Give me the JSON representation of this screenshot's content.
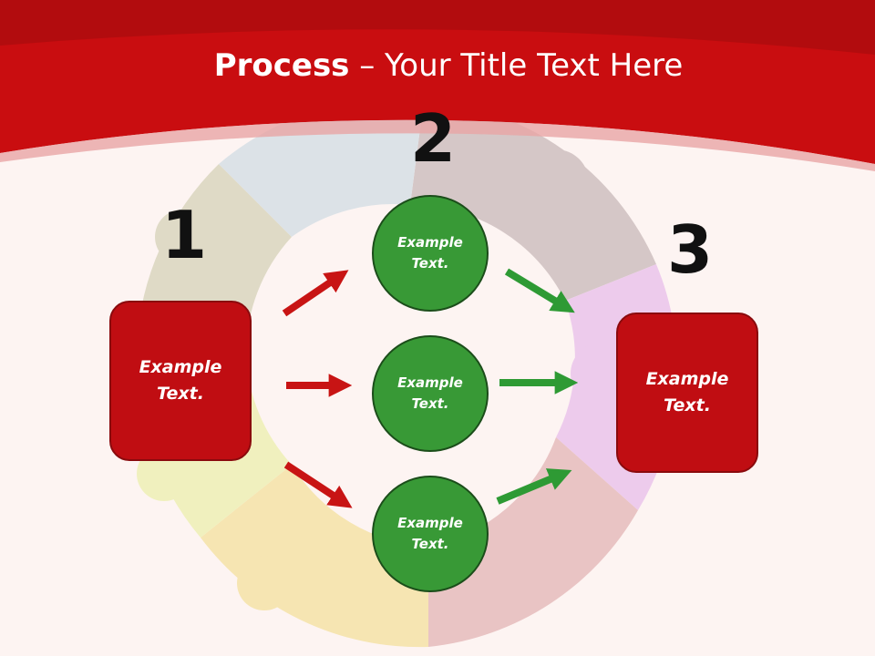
{
  "slide": {
    "title_bold": "Process",
    "title_rest": " – Your Title Text Here"
  },
  "steps": {
    "one": {
      "number": "1",
      "box_text": "Example\nText."
    },
    "two": {
      "number": "2",
      "items": [
        {
          "text": "Example\nText."
        },
        {
          "text": "Example\nText."
        },
        {
          "text": "Example\nText."
        }
      ]
    },
    "three": {
      "number": "3",
      "box_text": "Example\nText."
    }
  },
  "colors": {
    "header_red": "#c90d10",
    "box_red": "#c00d12",
    "circle_green": "#389936",
    "arrow_red": "#c81414",
    "arrow_green": "#2e9a34"
  },
  "background_icon": "jigsaw-puzzle-ring"
}
